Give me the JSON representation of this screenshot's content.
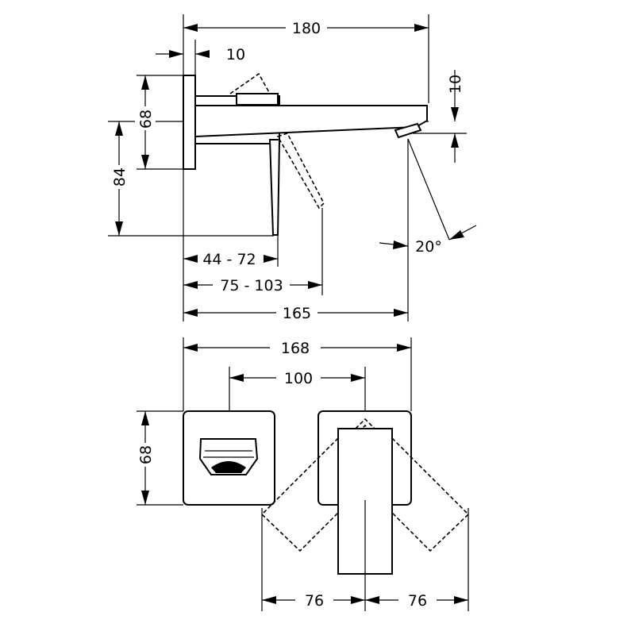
{
  "side_view": {
    "dim_total_length": "180",
    "dim_plate_thickness": "10",
    "dim_plate_height": "68",
    "dim_lever_height": "84",
    "dim_spout_gap": "10",
    "dim_wall_range_short": "44 - 72",
    "dim_wall_range_long": "75 - 103",
    "dim_spout_reach": "165",
    "dim_spray_angle": "20°"
  },
  "front_view": {
    "dim_overall_width": "168",
    "dim_center_distance": "100",
    "dim_plate_height": "68",
    "dim_swing_left": "76",
    "dim_swing_right": "76"
  }
}
